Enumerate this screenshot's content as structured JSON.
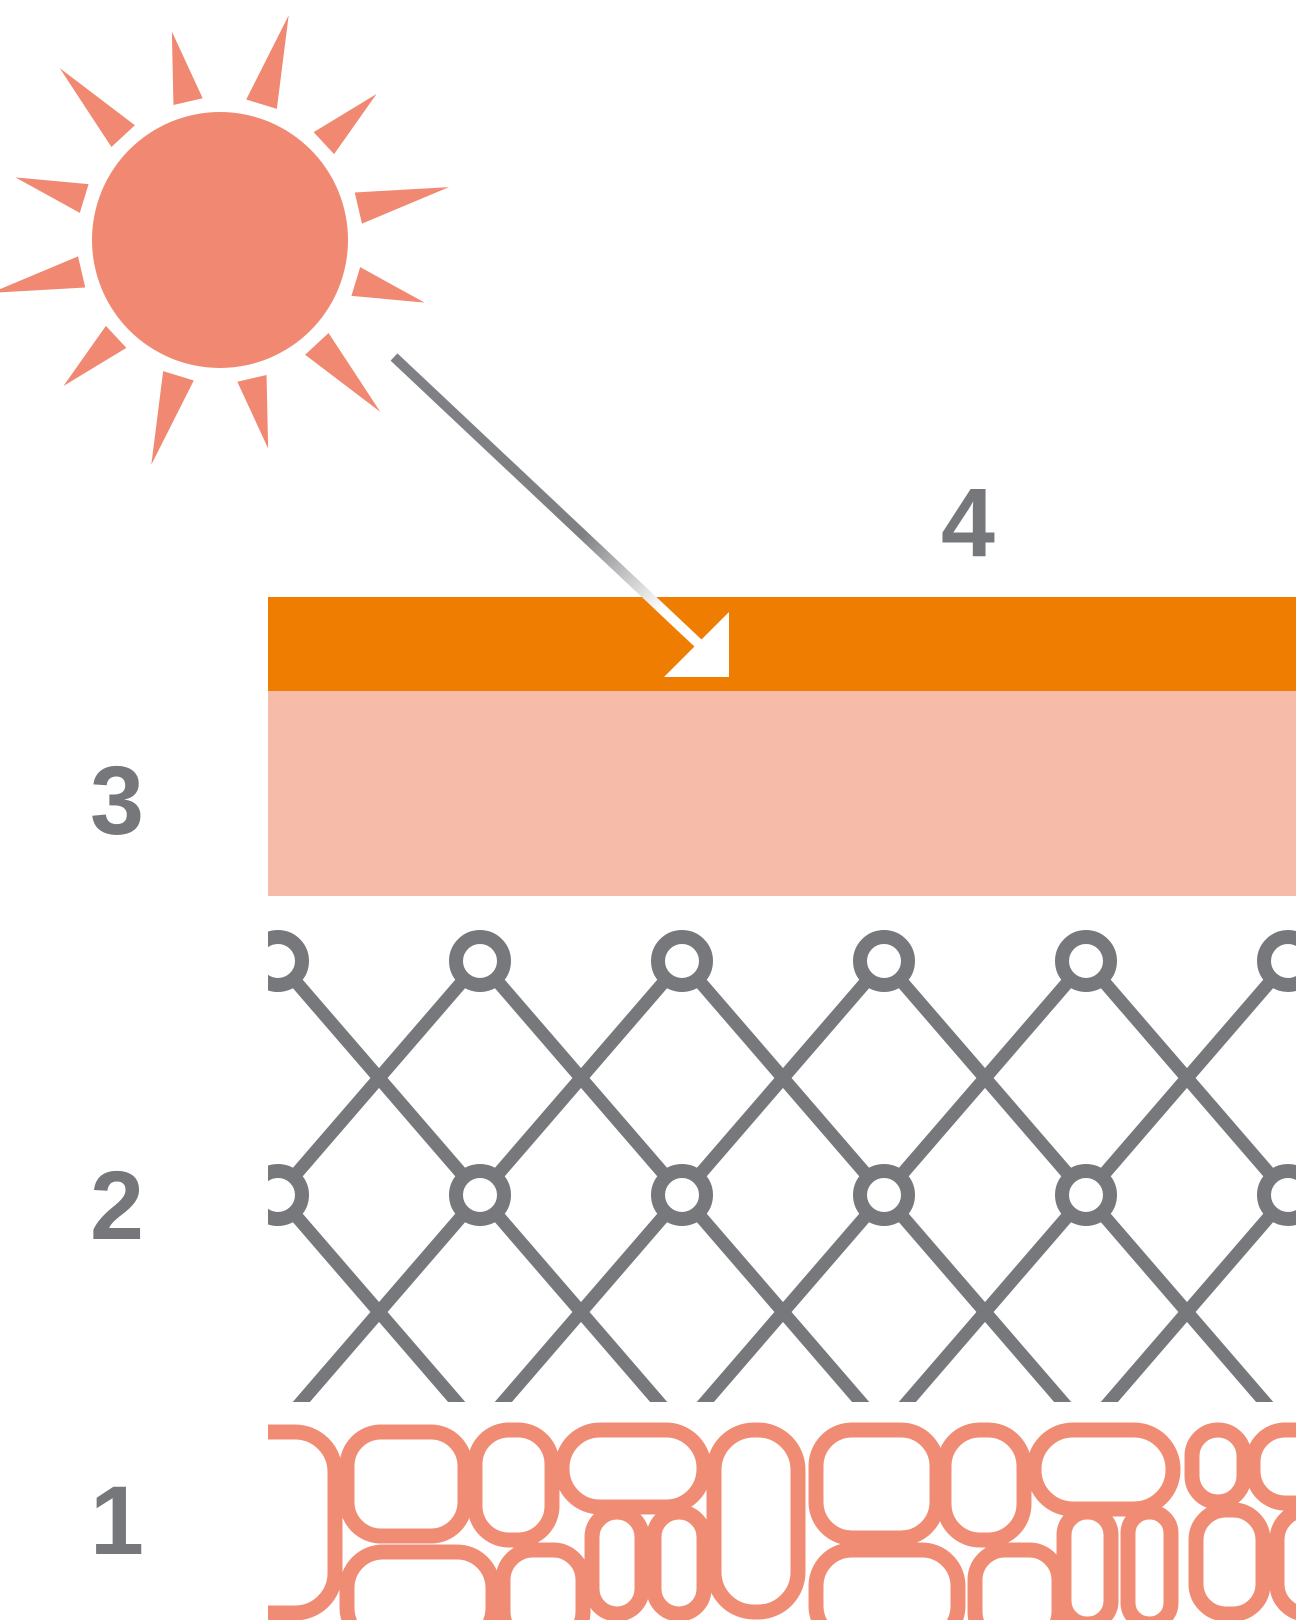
{
  "diagram": {
    "type": "layered-cross-section-illustration",
    "labels": {
      "layer1": "1",
      "layer2": "2",
      "layer3": "3",
      "layer4": "4"
    },
    "icons": [
      {
        "name": "sun-icon",
        "color": "#F08872"
      },
      {
        "name": "ray-arrow-icon",
        "colors": [
          "#7F8083",
          "#FFFFFF"
        ]
      }
    ],
    "colors": {
      "sun_salmon": "#F08872",
      "cell_salmon": "#F08C74",
      "layer4_orange": "#EE7D01",
      "layer3_pink": "#F7BCA9",
      "mesh_gray": "#77787B",
      "label_gray": "#76777A",
      "arrow_shaft_gray": "#7F8083",
      "arrow_head_white": "#FFFFFF",
      "background": "#FFFFFF"
    }
  }
}
